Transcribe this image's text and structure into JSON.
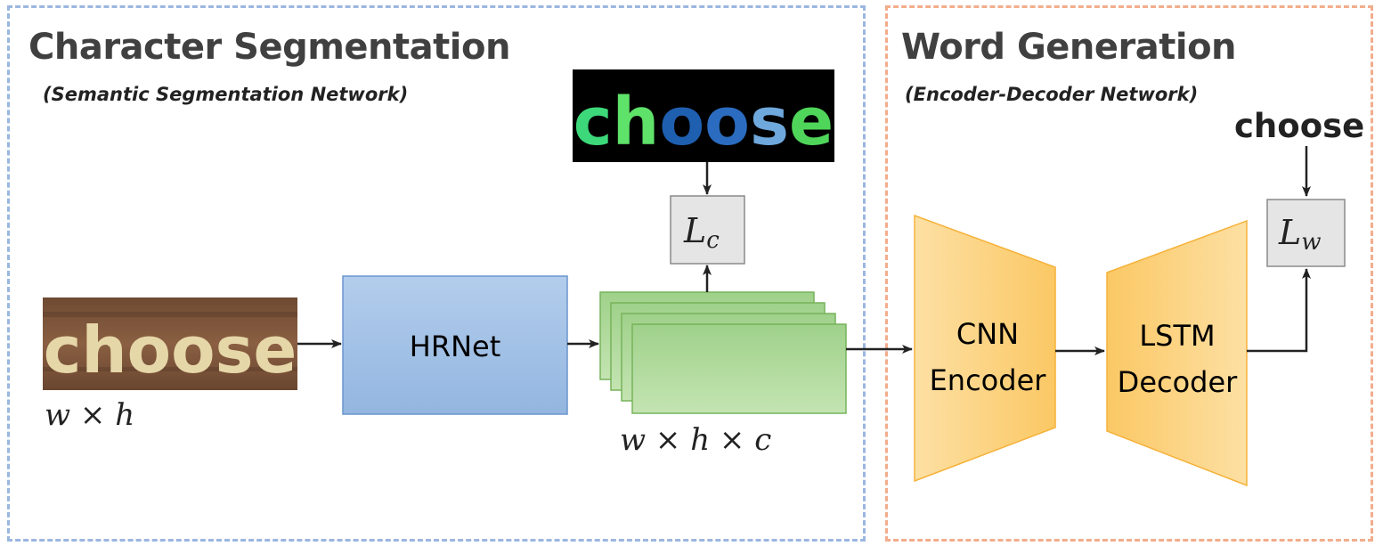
{
  "left_panel": {
    "title": "Character Segmentation",
    "subtitle": "(Semantic Segmentation Network)"
  },
  "right_panel": {
    "title": "Word Generation",
    "subtitle": "(Encoder-Decoder Network)"
  },
  "input_image": {
    "word": "choose"
  },
  "input_dim": "w × h",
  "hrnet_label": "HRNet",
  "feature_dim": "w × h × c",
  "seg_mask": {
    "word": "choose"
  },
  "loss_c": {
    "main": "L",
    "sub": "c"
  },
  "encoder_label": [
    "CNN",
    "Encoder"
  ],
  "decoder_label": [
    "LSTM",
    "Decoder"
  ],
  "loss_w": {
    "main": "L",
    "sub": "w"
  },
  "target_word": "choose",
  "colors": {
    "left_border": "#9bb7e0",
    "right_border": "#f2ad8c",
    "hrnet": "#a4c2e8",
    "feature_maps": "#b5dd9e",
    "trapezoid": "#fcd27e",
    "loss_box": "#e5e5e5"
  }
}
